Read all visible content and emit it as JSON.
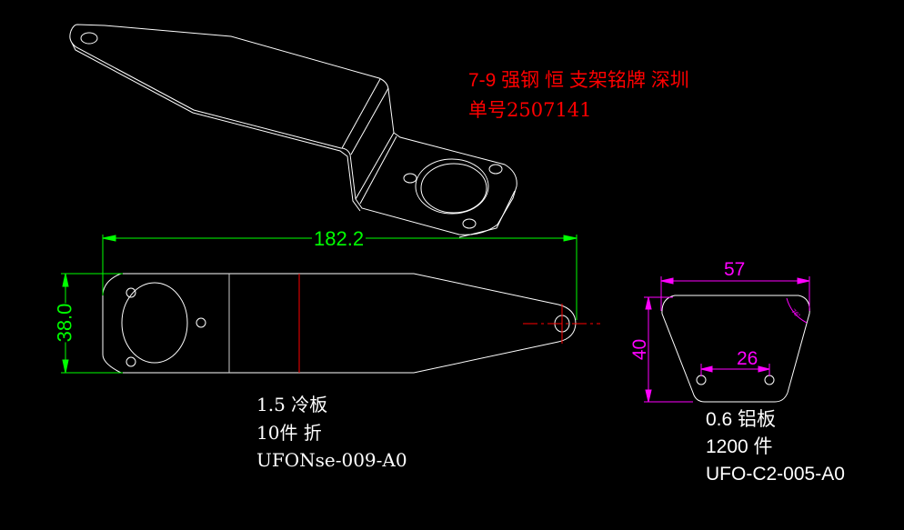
{
  "title_line1": "7-9 强钢 恒 支架铭牌 深圳",
  "title_line2": "单号2507141",
  "part1": {
    "width_dim": "182.2",
    "height_dim": "38.0",
    "material": "1.5 冷板",
    "qty": "10件 折",
    "code": "UFONse-009-A0"
  },
  "part2": {
    "width_dim": "57",
    "height_dim": "40",
    "hole_dim": "26",
    "angle_dim": "76°",
    "material": "0.6 铝板",
    "qty": "1200 件",
    "code": "UFO-C2-005-A0"
  },
  "colors": {
    "outline": "#ffffff",
    "dim_green": "#00ff00",
    "dim_magenta": "#ff00ff",
    "bend": "#ff0000",
    "background": "#000000"
  }
}
